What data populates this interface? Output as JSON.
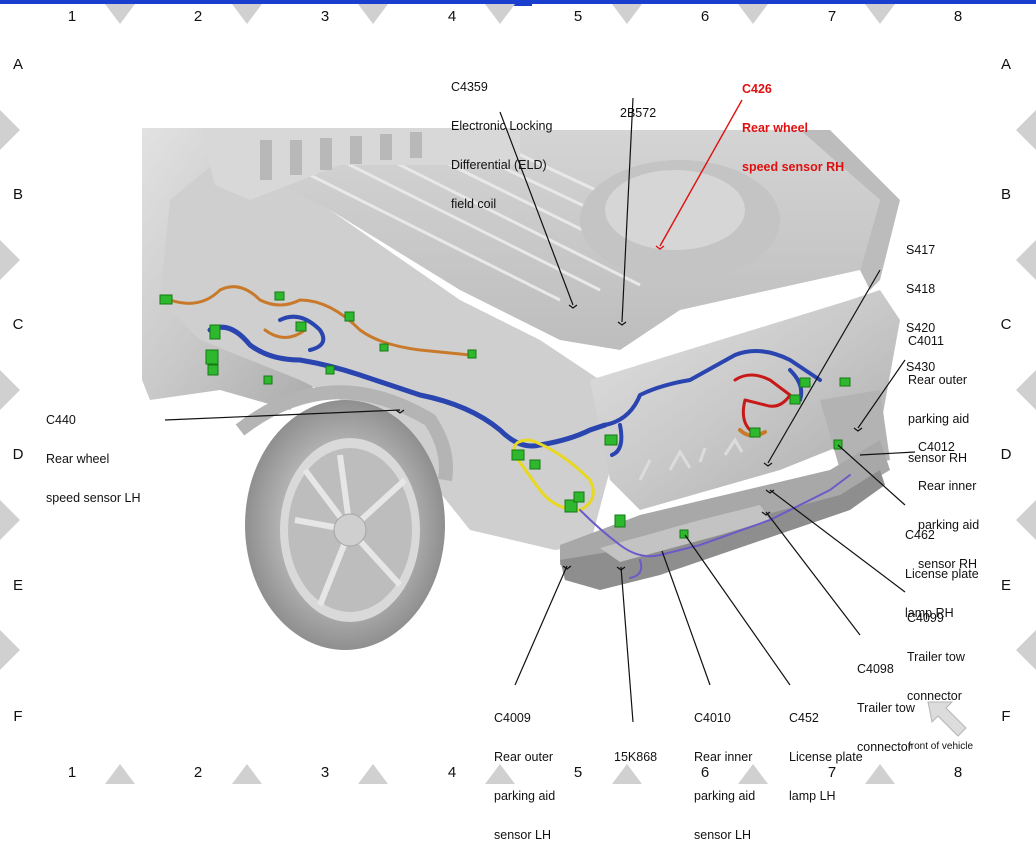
{
  "grid": {
    "columns": [
      "1",
      "2",
      "3",
      "4",
      "5",
      "6",
      "7",
      "8"
    ],
    "rows": [
      "A",
      "B",
      "C",
      "D",
      "E",
      "F"
    ]
  },
  "callouts": {
    "c4359": [
      "C4359",
      "Electronic Locking",
      "Differential (ELD)",
      "field coil"
    ],
    "p2b572": [
      "2B572"
    ],
    "c426": [
      "C426",
      "Rear wheel",
      "speed sensor RH"
    ],
    "splices": [
      "S417",
      "S418",
      "S420",
      "S430"
    ],
    "c4011": [
      "C4011",
      "Rear outer",
      "parking aid",
      "sensor RH"
    ],
    "c4012": [
      "C4012",
      "Rear inner",
      "parking aid",
      "sensor RH"
    ],
    "c440": [
      "C440",
      "Rear wheel",
      "speed sensor LH"
    ],
    "c462": [
      "C462",
      "License plate",
      "lamp RH"
    ],
    "c4099": [
      "C4099",
      "Trailer tow",
      "connector"
    ],
    "c4098": [
      "C4098",
      "Trailer tow",
      "connector"
    ],
    "c4009": [
      "C4009",
      "Rear outer",
      "parking aid",
      "sensor LH"
    ],
    "p15k868": [
      "15K868"
    ],
    "c4010": [
      "C4010",
      "Rear inner",
      "parking aid",
      "sensor LH"
    ],
    "c452": [
      "C452",
      "License plate",
      "lamp LH"
    ]
  },
  "front_of_vehicle": "front of vehicle",
  "colors": {
    "frame_blue": "#1a3fcf",
    "highlight_red": "#e01010",
    "harness_blue": "#2a45b0",
    "harness_orange": "#c87a2a",
    "harness_yellow": "#e8d820",
    "harness_red": "#c81818",
    "connector_green": "#2db82d",
    "body_gray": "#c8c8c8"
  },
  "icons": [
    "front-of-vehicle-arrow-icon"
  ]
}
